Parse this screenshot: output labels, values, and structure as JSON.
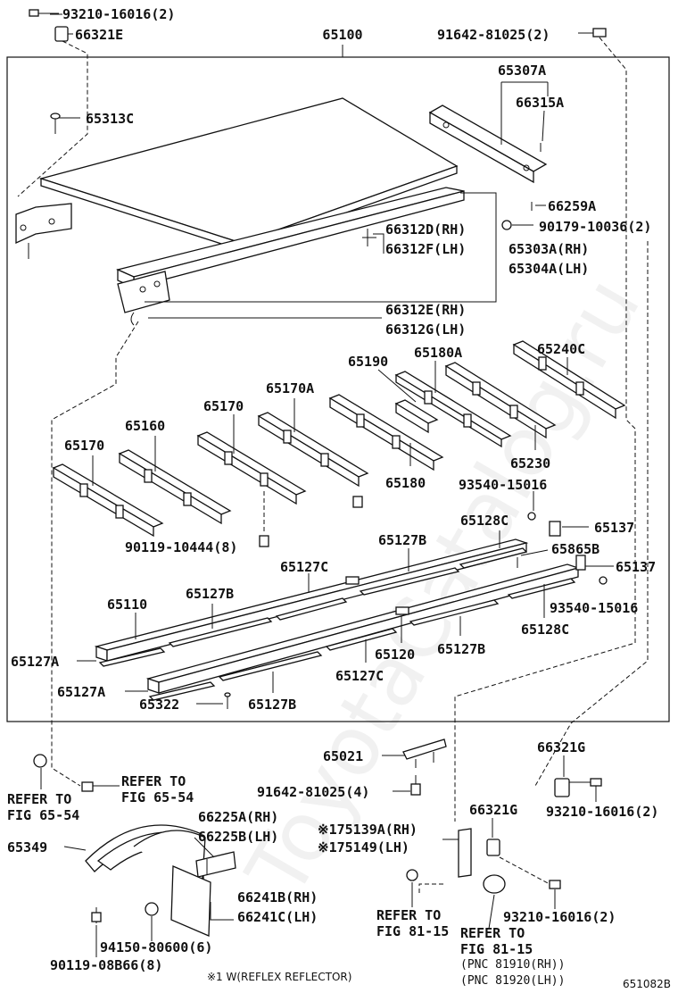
{
  "diagram": {
    "frame_label": "65100",
    "labels": {
      "p93210_top": "93210-16016(2)",
      "p66321E": "66321E",
      "p91642_top": "91642-81025(2)",
      "p65307A": "65307A",
      "p66315A": "66315A",
      "p65313C": "65313C",
      "p66259A": "66259A",
      "p90179": "90179-10036(2)",
      "p66312D": "66312D(RH)",
      "p66312F": "66312F(LH)",
      "p65303A": "65303A(RH)",
      "p65304A": "65304A(LH)",
      "p66312E": "66312E(RH)",
      "p66312G": "66312G(LH)",
      "p65240C": "65240C",
      "p65190": "65190",
      "p65180A": "65180A",
      "p65170A": "65170A",
      "p65170_a": "65170",
      "p65160": "65160",
      "p65170_b": "65170",
      "p65180": "65180",
      "p65230": "65230",
      "p93540_a": "93540-15016",
      "p65137_a": "65137",
      "p90119_10444": "90119-10444(8)",
      "p65128C_a": "65128C",
      "p65127B_a": "65127B",
      "p65865B": "65865B",
      "p65137_b": "65137",
      "p65127C_a": "65127C",
      "p65110": "65110",
      "p65127B_b": "65127B",
      "p93540_b": "93540-15016",
      "p65128C_b": "65128C",
      "p65127A_a": "65127A",
      "p65120": "65120",
      "p65127B_c": "65127B",
      "p65127C_b": "65127C",
      "p65127A_b": "65127A",
      "p65322": "65322",
      "p65127B_d": "65127B",
      "p65021": "65021",
      "p66321G_a": "66321G",
      "refer_to_1": "REFER TO",
      "fig_65_54_1": "FIG 65-54",
      "refer_to_2": "REFER TO",
      "fig_65_54_2": "FIG 65-54",
      "p91642_bottom": "91642-81025(4)",
      "p66321G_b": "66321G",
      "p93210_mid": "93210-16016(2)",
      "p66225A": "66225A(RH)",
      "p66225B": "66225B(LH)",
      "p65349": "65349",
      "p75139A": "※175139A(RH)",
      "p75149": "※175149(LH)",
      "p66241B": "66241B(RH)",
      "p66241C": "66241C(LH)",
      "p94150": "94150-80600(6)",
      "p90119_08B66": "90119-08B66(8)",
      "refer_to_3": "REFER TO",
      "fig_81_15_1": "FIG 81-15",
      "refer_to_4": "REFER TO",
      "fig_81_15_2": "FIG 81-15",
      "p93210_bottom": "93210-16016(2)",
      "pnc_81910": "(PNC 81910(RH))",
      "pnc_81920": "(PNC 81920(LH))",
      "footnote": "※1 W(REFLEX REFLECTOR)",
      "figure_code": "651082B"
    },
    "watermark": "ToyotaCatalog.ru"
  }
}
